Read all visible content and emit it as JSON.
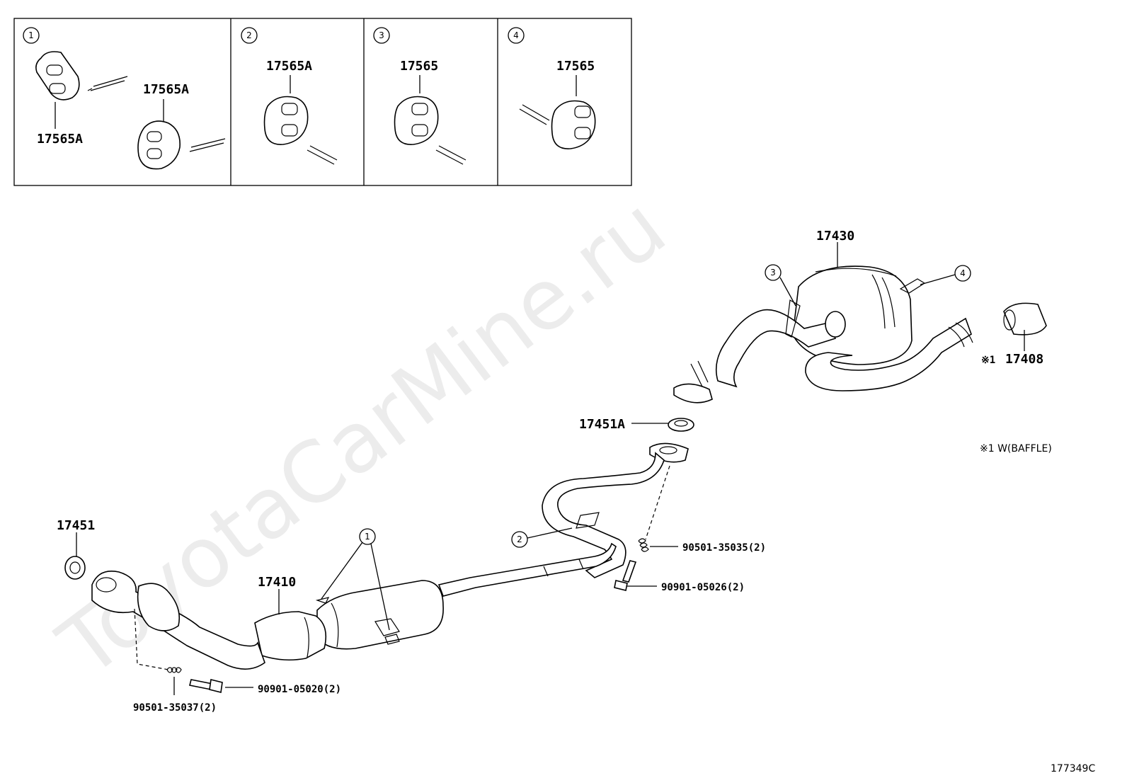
{
  "watermark": "ToyotaCarMine.ru",
  "diagram_code": "177349C",
  "note": "※1 W(BAFFLE)",
  "note_marker": "※1",
  "insets": [
    {
      "index": "1",
      "labels": [
        "17565A",
        "17565A"
      ]
    },
    {
      "index": "2",
      "labels": [
        "17565A"
      ]
    },
    {
      "index": "3",
      "labels": [
        "17565"
      ]
    },
    {
      "index": "4",
      "labels": [
        "17565"
      ]
    }
  ],
  "parts": {
    "p17430": "17430",
    "p17408": "17408",
    "p17451A": "17451A",
    "p17451": "17451",
    "p17410": "17410",
    "p90501_35035": "90501-35035(2)",
    "p90901_05026": "90901-05026(2)",
    "p90901_05020": "90901-05020(2)",
    "p90501_35037": "90501-35037(2)"
  },
  "callouts": {
    "c1": "1",
    "c2": "2",
    "c3": "3",
    "c4": "4"
  }
}
